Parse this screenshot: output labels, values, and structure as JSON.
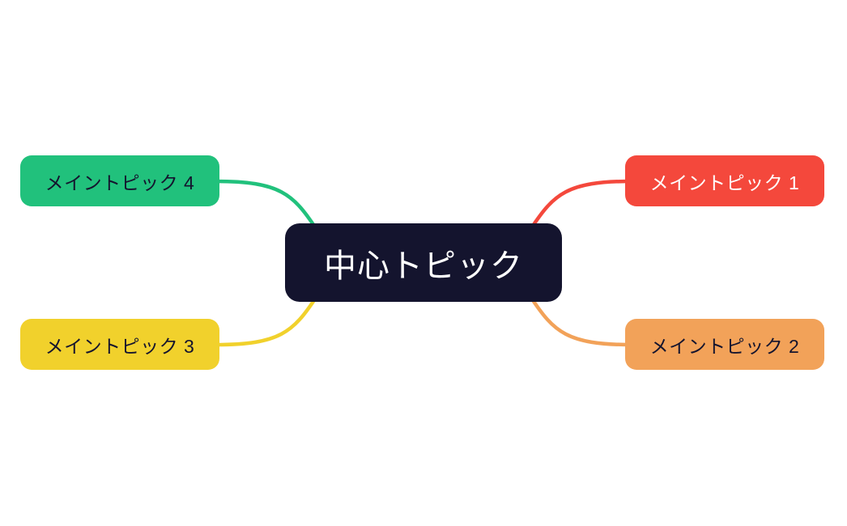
{
  "canvas": {
    "background": "#ffffff"
  },
  "mindmap": {
    "central": {
      "label": "中心トピック",
      "color": "#14142e",
      "text_color": "#ffffff"
    },
    "branches": [
      {
        "id": "main-topic-1",
        "label": "メイントピック 1",
        "position": "top-right",
        "color": "#f4483c",
        "text_color": "#ffffff"
      },
      {
        "id": "main-topic-2",
        "label": "メイントピック 2",
        "position": "bottom-right",
        "color": "#f2a259",
        "text_color": "#14142e"
      },
      {
        "id": "main-topic-3",
        "label": "メイントピック 3",
        "position": "bottom-left",
        "color": "#f1d12c",
        "text_color": "#14142e"
      },
      {
        "id": "main-topic-4",
        "label": "メイントピック 4",
        "position": "top-left",
        "color": "#21c17c",
        "text_color": "#14142e"
      }
    ]
  }
}
